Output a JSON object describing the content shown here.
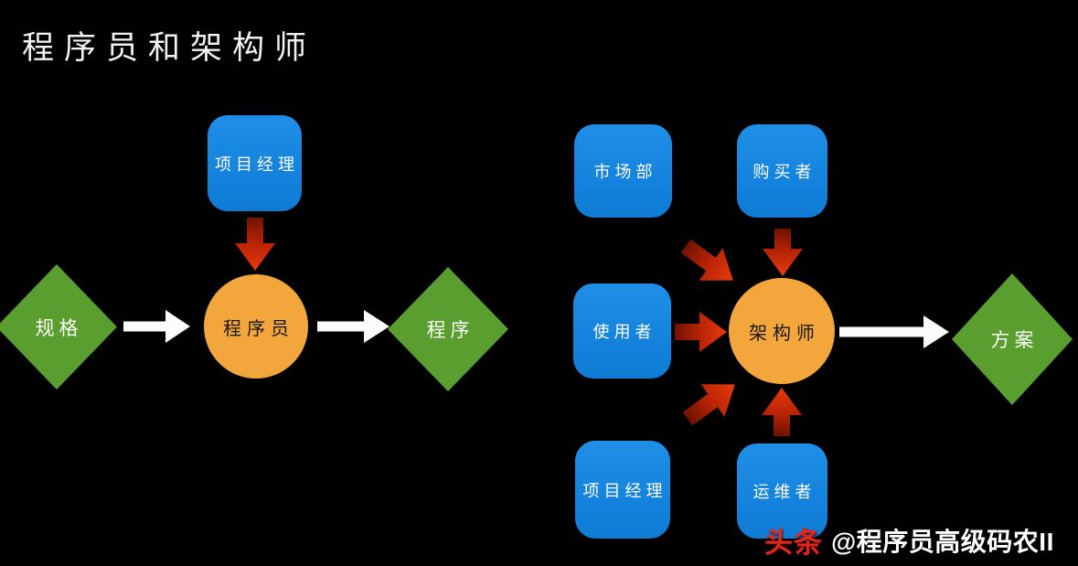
{
  "title": "程序员和架构师",
  "left_flow": {
    "manager_box": "项目经理",
    "input_diamond": "规格",
    "role_circle": "程序员",
    "output_diamond": "程序"
  },
  "right_flow": {
    "market_box": "市场部",
    "buyer_box": "购买者",
    "user_box": "使用者",
    "manager_box": "项目经理",
    "ops_box": "运维者",
    "role_circle": "架构师",
    "output_diamond": "方案"
  },
  "watermark": {
    "logo_text": "头条",
    "account": "@程序员高级码农II"
  },
  "colors": {
    "background": "#010101",
    "box_blue": "#1483dd",
    "circle_orange": "#f3a63c",
    "diamond_green": "#5a9e30",
    "arrow_red_dark": "#6f1202",
    "arrow_red_bright": "#e83a0c",
    "arrow_white": "#fbfbfb",
    "watermark_red": "#e2261c",
    "text_white": "#ffffff",
    "text_black": "#181818"
  }
}
